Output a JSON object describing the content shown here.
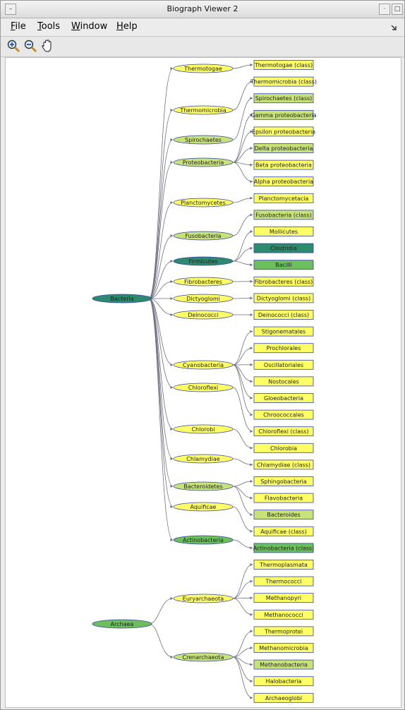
{
  "window": {
    "title": "Biograph Viewer 2"
  },
  "menubar": {
    "items": [
      {
        "mnemonic": "F",
        "rest": "ile"
      },
      {
        "mnemonic": "T",
        "rest": "ools"
      },
      {
        "mnemonic": "W",
        "rest": "indow"
      },
      {
        "mnemonic": "H",
        "rest": "elp"
      }
    ]
  },
  "toolbar": {
    "tools": [
      "zoom-in-icon",
      "zoom-out-icon",
      "pan-hand-icon"
    ]
  },
  "colors": {
    "yellow": "#ffff66",
    "lightgreen": "#c8e27a",
    "green": "#6cbf5c",
    "teal": "#2e8a6e",
    "edge": "#6e6e7e",
    "border": "#3344aa"
  },
  "graph": {
    "root_nodes": [
      {
        "id": "bacteria",
        "label": "Bacteria",
        "color": "teal"
      },
      {
        "id": "archaea",
        "label": "Archaea",
        "color": "green"
      }
    ],
    "phyla": [
      {
        "id": "thermotogae",
        "label": "Thermotogae",
        "parent": "bacteria",
        "color": "yellow"
      },
      {
        "id": "thermomicrobia",
        "label": "Thermomicrobia",
        "parent": "bacteria",
        "color": "yellow"
      },
      {
        "id": "spirochaetes",
        "label": "Spirochaetes",
        "parent": "bacteria",
        "color": "lightgreen"
      },
      {
        "id": "proteobacteria",
        "label": "Proteobacteria",
        "parent": "bacteria",
        "color": "lightgreen"
      },
      {
        "id": "planctomycetes",
        "label": "Planctomycetes",
        "parent": "bacteria",
        "color": "yellow"
      },
      {
        "id": "fusobacteria",
        "label": "Fusobacteria",
        "parent": "bacteria",
        "color": "lightgreen"
      },
      {
        "id": "firmicutes",
        "label": "Firmicutes",
        "parent": "bacteria",
        "color": "teal"
      },
      {
        "id": "fibrobacteres",
        "label": "Fibrobacteres",
        "parent": "bacteria",
        "color": "yellow"
      },
      {
        "id": "dictyoglomi",
        "label": "Dictyoglomi",
        "parent": "bacteria",
        "color": "yellow"
      },
      {
        "id": "deinococci",
        "label": "Deinococci",
        "parent": "bacteria",
        "color": "yellow"
      },
      {
        "id": "cyanobacteria",
        "label": "Cyanobacteria",
        "parent": "bacteria",
        "color": "yellow"
      },
      {
        "id": "chloroflexi",
        "label": "Chloroflexi",
        "parent": "bacteria",
        "color": "yellow"
      },
      {
        "id": "chlorobi",
        "label": "Chlorobi",
        "parent": "bacteria",
        "color": "yellow"
      },
      {
        "id": "chlamydiae",
        "label": "Chlamydiae",
        "parent": "bacteria",
        "color": "yellow"
      },
      {
        "id": "bacteroidetes",
        "label": "Bacteroidetes",
        "parent": "bacteria",
        "color": "lightgreen"
      },
      {
        "id": "aquificae",
        "label": "Aquificae",
        "parent": "bacteria",
        "color": "yellow"
      },
      {
        "id": "actinobacteria",
        "label": "Actinobacteria",
        "parent": "bacteria",
        "color": "green"
      },
      {
        "id": "euryarchaeota",
        "label": "Euryarchaeota",
        "parent": "archaea",
        "color": "yellow"
      },
      {
        "id": "crenarchaeota",
        "label": "Crenarchaeota",
        "parent": "archaea",
        "color": "lightgreen"
      }
    ],
    "classes": [
      {
        "label": "Thermotogae (class)",
        "parent": "thermotogae",
        "color": "yellow"
      },
      {
        "label": "Thermomicrobia (class)",
        "parent": "thermomicrobia",
        "color": "yellow"
      },
      {
        "label": "Spirochaetes (class)",
        "parent": "spirochaetes",
        "color": "lightgreen"
      },
      {
        "label": "Gamma proteobacteria",
        "parent": "proteobacteria",
        "color": "lightgreen"
      },
      {
        "label": "Epsilon proteobacteria",
        "parent": "proteobacteria",
        "color": "yellow"
      },
      {
        "label": "Delta proteobacteria",
        "parent": "proteobacteria",
        "color": "lightgreen"
      },
      {
        "label": "Beta proteobacteria",
        "parent": "proteobacteria",
        "color": "yellow"
      },
      {
        "label": "Alpha proteobacteria",
        "parent": "proteobacteria",
        "color": "yellow"
      },
      {
        "label": "Planctomycetacia",
        "parent": "planctomycetes",
        "color": "yellow"
      },
      {
        "label": "Fusobacteria (class)",
        "parent": "fusobacteria",
        "color": "lightgreen"
      },
      {
        "label": "Mollicutes",
        "parent": "firmicutes",
        "color": "yellow"
      },
      {
        "label": "Clostridia",
        "parent": "firmicutes",
        "color": "teal"
      },
      {
        "label": "Bacilli",
        "parent": "firmicutes",
        "color": "green"
      },
      {
        "label": "Fibrobacteres (class)",
        "parent": "fibrobacteres",
        "color": "yellow"
      },
      {
        "label": "Dictyoglomi (class)",
        "parent": "dictyoglomi",
        "color": "yellow"
      },
      {
        "label": "Deinococci (class)",
        "parent": "deinococci",
        "color": "yellow"
      },
      {
        "label": "Stigonematales",
        "parent": "cyanobacteria",
        "color": "yellow"
      },
      {
        "label": "Prochlorales",
        "parent": "cyanobacteria",
        "color": "yellow"
      },
      {
        "label": "Oscillatoriales",
        "parent": "cyanobacteria",
        "color": "yellow"
      },
      {
        "label": "Nostocales",
        "parent": "cyanobacteria",
        "color": "yellow"
      },
      {
        "label": "Gloeobacteria",
        "parent": "cyanobacteria",
        "color": "yellow"
      },
      {
        "label": "Chroococcales",
        "parent": "cyanobacteria",
        "color": "yellow"
      },
      {
        "label": "Chloroflexi (class)",
        "parent": "chloroflexi",
        "color": "yellow"
      },
      {
        "label": "Chlorobia",
        "parent": "chlorobi",
        "color": "yellow"
      },
      {
        "label": "Chlamydiae (class)",
        "parent": "chlamydiae",
        "color": "yellow"
      },
      {
        "label": "Sphingobacteria",
        "parent": "bacteroidetes",
        "color": "yellow"
      },
      {
        "label": "Flavobacteria",
        "parent": "bacteroidetes",
        "color": "yellow"
      },
      {
        "label": "Bacteroides",
        "parent": "bacteroidetes",
        "color": "lightgreen"
      },
      {
        "label": "Aquificae (class)",
        "parent": "aquificae",
        "color": "yellow"
      },
      {
        "label": "Actinobacteria (class)",
        "parent": "actinobacteria",
        "color": "green"
      },
      {
        "label": "Thermoplasmata",
        "parent": "euryarchaeota",
        "color": "yellow"
      },
      {
        "label": "Thermococci",
        "parent": "euryarchaeota",
        "color": "yellow"
      },
      {
        "label": "Methanopyri",
        "parent": "euryarchaeota",
        "color": "yellow"
      },
      {
        "label": "Methanococci",
        "parent": "euryarchaeota",
        "color": "yellow"
      },
      {
        "label": "Thermoprotei",
        "parent": "crenarchaeota",
        "color": "yellow"
      },
      {
        "label": "Methanomicrobia",
        "parent": "crenarchaeota",
        "color": "yellow"
      },
      {
        "label": "Methanobacteria",
        "parent": "crenarchaeota",
        "color": "lightgreen"
      },
      {
        "label": "Halobacteria",
        "parent": "crenarchaeota",
        "color": "yellow"
      },
      {
        "label": "Archaeoglobi",
        "parent": "crenarchaeota",
        "color": "yellow"
      }
    ]
  }
}
